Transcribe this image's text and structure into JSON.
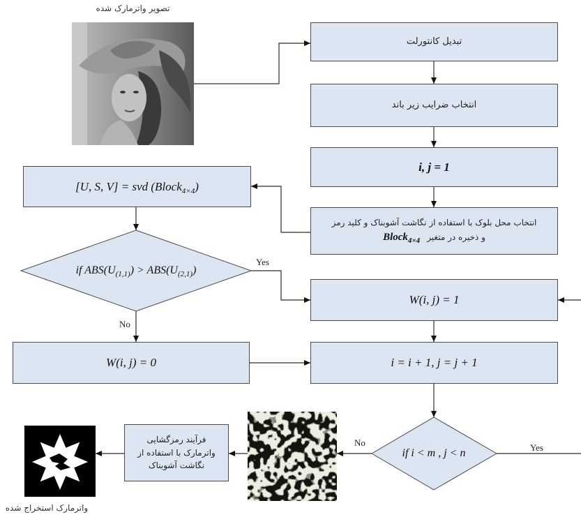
{
  "captions": {
    "watermarked_image": "تصویر واترمارک شده",
    "extracted_watermark": "واترمارک استخراج شده"
  },
  "steps": {
    "contourlet": "تبدیل کانتورلت",
    "subband": "انتخاب ضرایب زیر باند",
    "init": "i, j = 1",
    "block_select": {
      "line1": "انتخاب محل بلوک با استفاده از نگاشت آشوبناک و کلید رمز",
      "line2": "و ذخیره در متغیر",
      "var": "Block",
      "var_sub": "4×4"
    },
    "svd": {
      "pre": "[U, S, V] = svd (Block",
      "sub": "4×4",
      "post": ")"
    },
    "condition": {
      "p1": "if ABS(U",
      "s1": "(1,1)",
      "p2": ") > ABS(U",
      "s2": "(2,1)",
      "p3": ")"
    },
    "w_one": "W(i, j) = 1",
    "w_zero": "W(i, j) = 0",
    "increment": "i = i + 1, j = j + 1",
    "loop_condition": "if i < m , j < n",
    "decrypt": {
      "lines": [
        "فرآیند رمزگشایی",
        "واترمارک با استفاده از",
        "نگاشت آشوبناک"
      ]
    }
  },
  "edge_labels": {
    "condition_yes": "Yes",
    "condition_no": "No",
    "loop_no": "No",
    "loop_yes": "Yes"
  },
  "colors": {
    "box_fill": "#dce6f2",
    "border": "#4a4a4a",
    "arrow": "#111111"
  }
}
